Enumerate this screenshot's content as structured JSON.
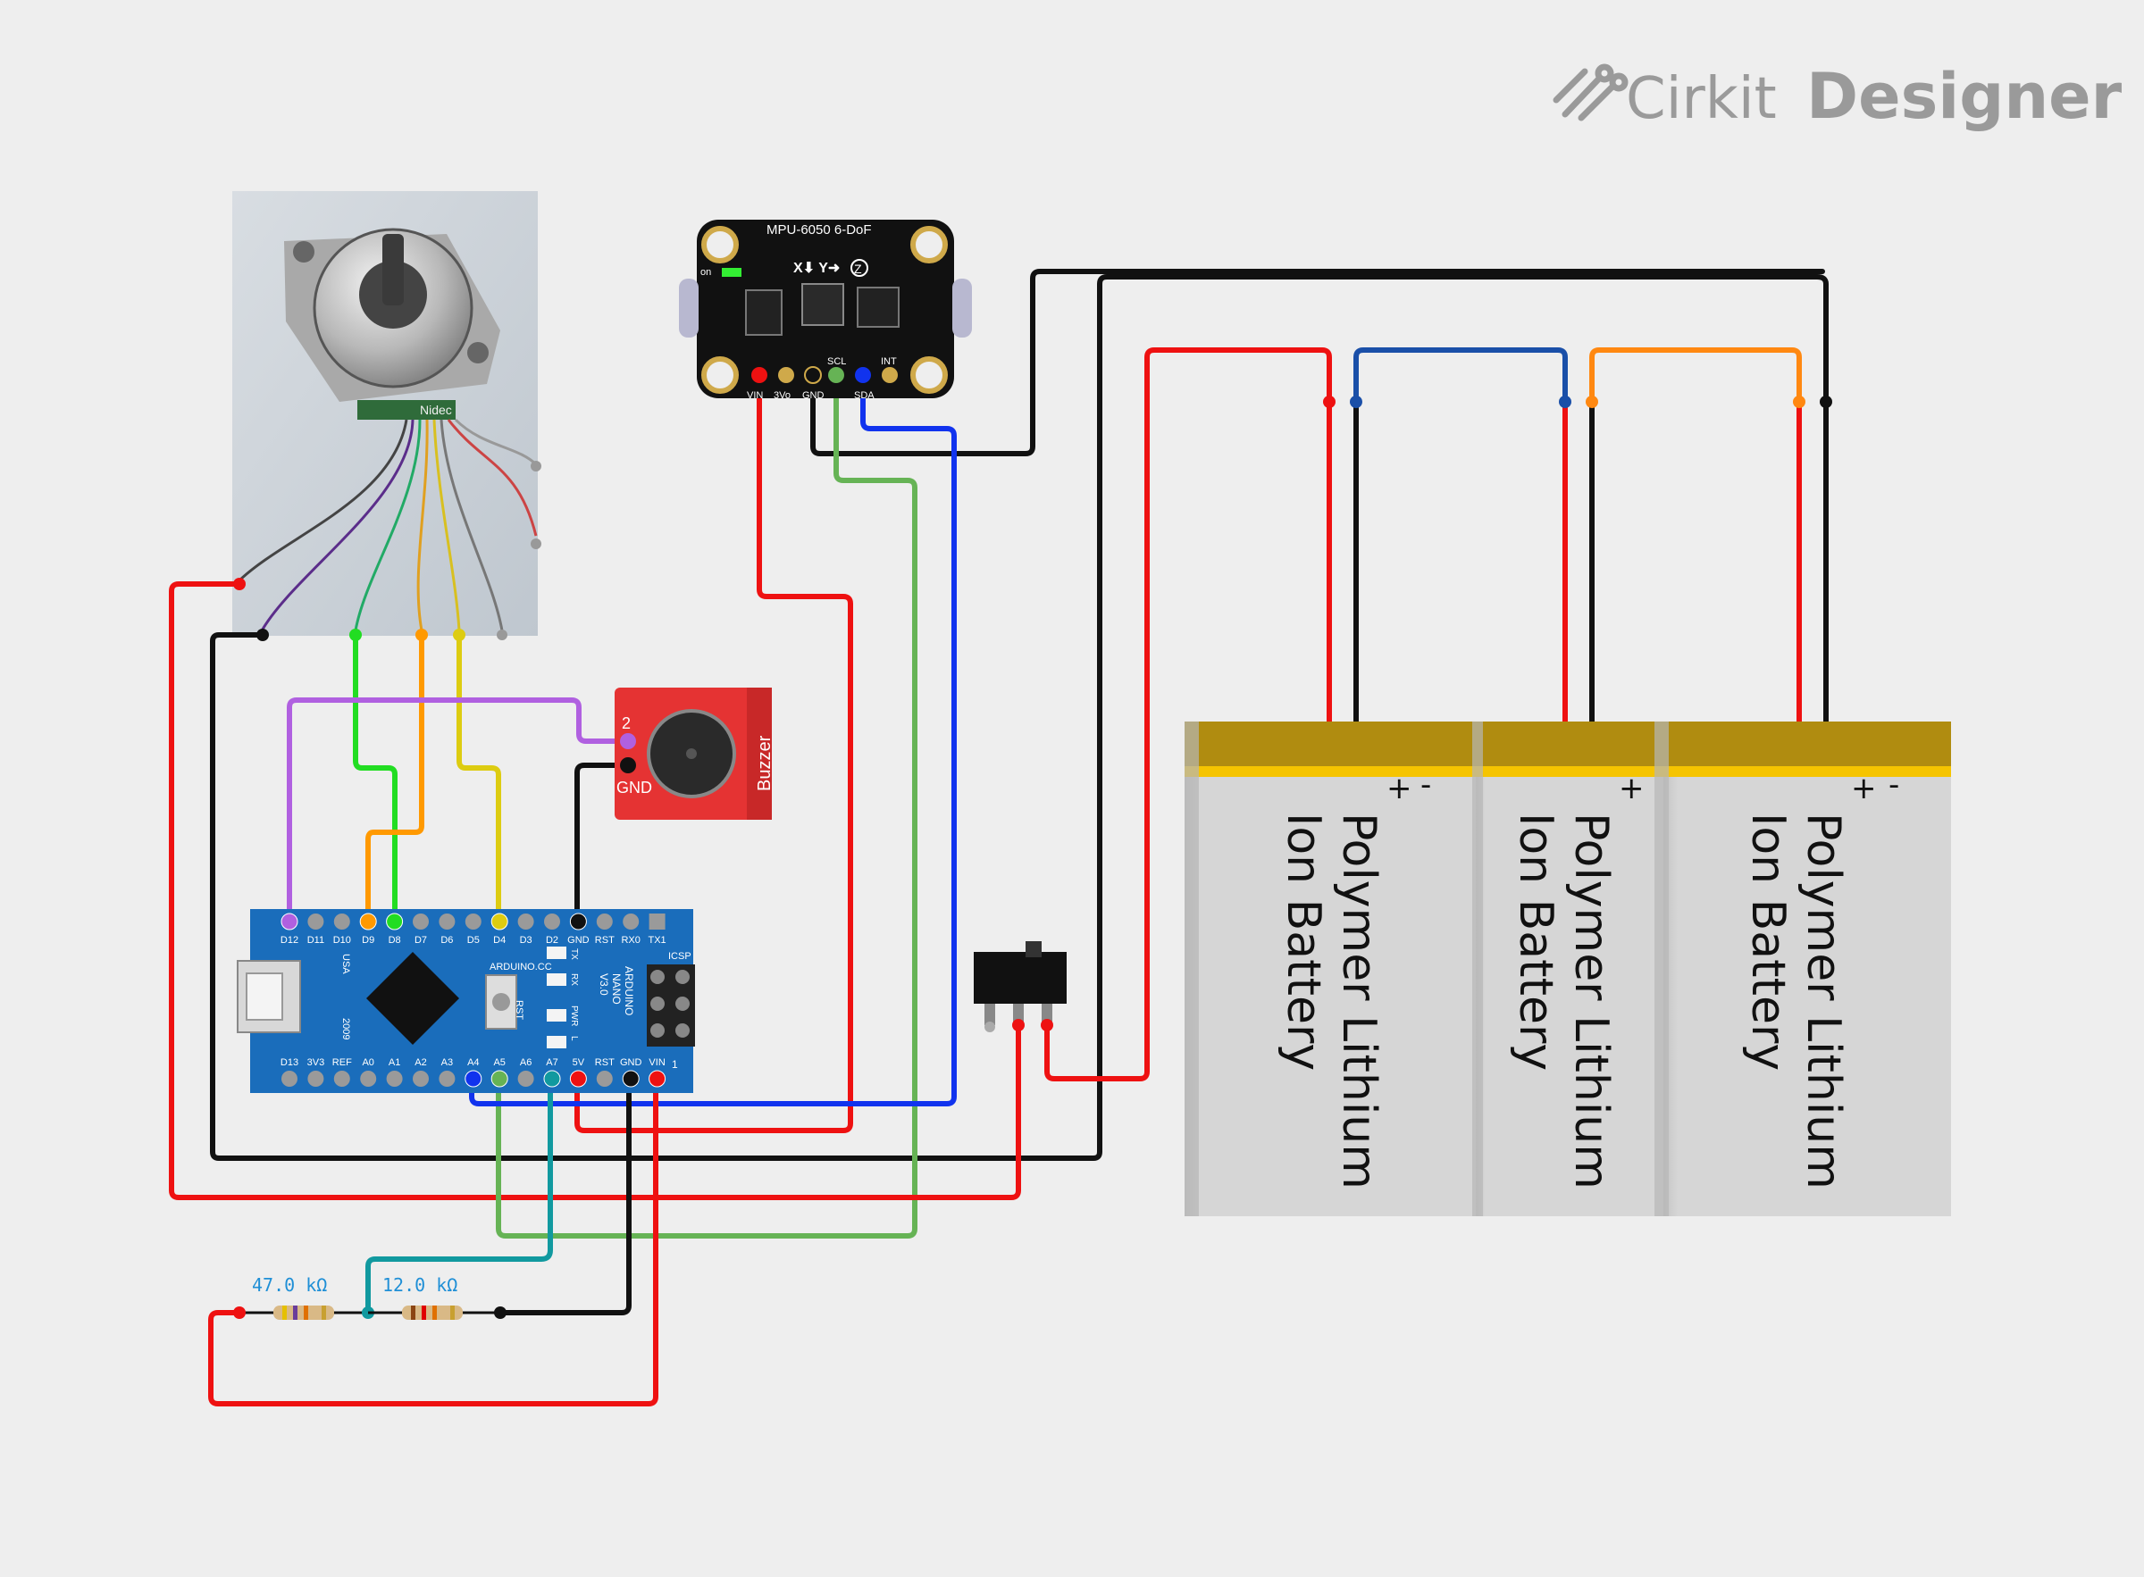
{
  "brand": {
    "name_light": "Cirkit",
    "name_bold": "Designer"
  },
  "colors": {
    "background": "#eeeeee",
    "wire_red": "#ee1111",
    "wire_black": "#111111",
    "wire_green_light": "#22dd22",
    "wire_green": "#66b355",
    "wire_orange": "#ff9900",
    "wire_yellow": "#ddcc11",
    "wire_purple": "#b060e0",
    "wire_blue": "#1133ee",
    "wire_teal": "#11999f",
    "wire_navy": "#1a4fa8",
    "wire_orange2": "#ff8811",
    "arduino_blue": "#1a6dbb",
    "buzzer_red": "#e53333",
    "battery_gold": "#b08c10"
  },
  "mpu": {
    "title": "MPU-6050 6-DoF",
    "axes": "X⬇ Y➜",
    "z_label": "Z",
    "on_label": "on",
    "pins": [
      "VIN",
      "3Vo",
      "GND",
      "SCL",
      "SDA",
      "INT"
    ]
  },
  "buzzer": {
    "pin_top": "2",
    "pin_gnd": "GND",
    "name": "Buzzer"
  },
  "arduino": {
    "top_pins": [
      "D12",
      "D11",
      "D10",
      "D9",
      "D8",
      "D7",
      "D6",
      "D5",
      "D4",
      "D3",
      "D2",
      "GND",
      "RST",
      "RX0",
      "TX1"
    ],
    "bottom_pins": [
      "D13",
      "3V3",
      "REF",
      "A0",
      "A1",
      "A2",
      "A3",
      "A4",
      "A5",
      "A6",
      "A7",
      "5V",
      "RST",
      "GND",
      "VIN"
    ],
    "usa": "USA",
    "year": "2009",
    "web": "ARDUINO.CC",
    "rst": "RST",
    "name_lines": [
      "ARDUINO",
      "NANO",
      "V3.0"
    ],
    "led_labels": [
      "TX",
      "RX",
      "PWR",
      "L"
    ],
    "icsp": "ICSP",
    "icsp_pin1": "1"
  },
  "resistors": [
    {
      "value": "47.0 kΩ"
    },
    {
      "value": "12.0 kΩ"
    }
  ],
  "batteries": [
    {
      "line1": "Polymer Lithium",
      "line2": "Ion Battery",
      "plus": "+",
      "minus": "-"
    },
    {
      "line1": "Polymer Lithium",
      "line2": "Ion Battery",
      "plus": "+",
      "minus": "-"
    },
    {
      "line1": "Polymer Lithium",
      "line2": "Ion Battery",
      "plus": "+",
      "minus": "-"
    }
  ],
  "motor": {
    "label": "Nidec"
  }
}
